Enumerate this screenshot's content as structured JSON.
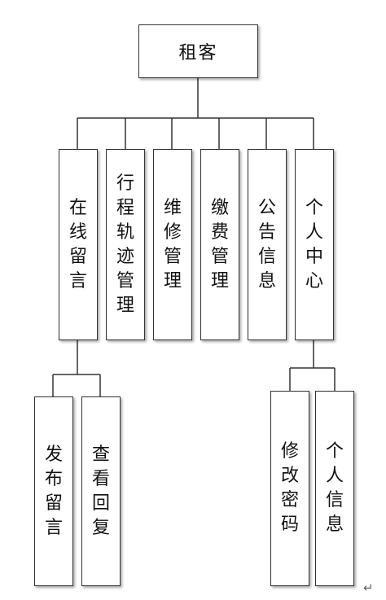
{
  "root": {
    "label": "租客"
  },
  "modules": [
    {
      "key": "online-message",
      "label": "在线留言"
    },
    {
      "key": "trip-track",
      "label": "行程轨迹管理"
    },
    {
      "key": "repair",
      "label": "维修管理"
    },
    {
      "key": "payment",
      "label": "缴费管理"
    },
    {
      "key": "notice",
      "label": "公告信息"
    },
    {
      "key": "personal-center",
      "label": "个人中心"
    }
  ],
  "online_message_children": [
    {
      "key": "post-message",
      "label": "发布留言"
    },
    {
      "key": "view-reply",
      "label": "查看回复"
    }
  ],
  "personal_center_children": [
    {
      "key": "change-password",
      "label": "修改密码"
    },
    {
      "key": "personal-info",
      "label": "个人信息"
    }
  ],
  "paragraph_mark": "↵"
}
